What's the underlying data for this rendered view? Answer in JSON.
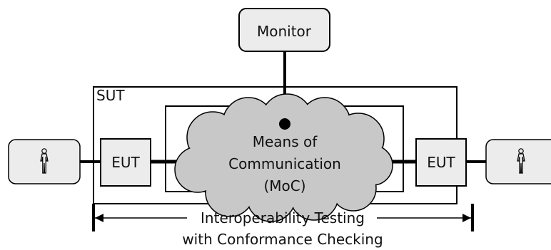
{
  "diagram": {
    "monitor_label": "Monitor",
    "sut_label": "SUT",
    "eut_left_label": "EUT",
    "eut_right_label": "EUT",
    "moc_lines": [
      "Means of",
      "Communication",
      "(MoC)"
    ],
    "caption_line1": "Interoperability Testing",
    "caption_line2": "with Conformance Checking",
    "icons": {
      "user_left": "person-icon",
      "user_right": "person-icon"
    },
    "colors": {
      "box_fill": "#ececec",
      "cloud_fill": "#c8c8c8",
      "stroke": "#000000"
    }
  }
}
